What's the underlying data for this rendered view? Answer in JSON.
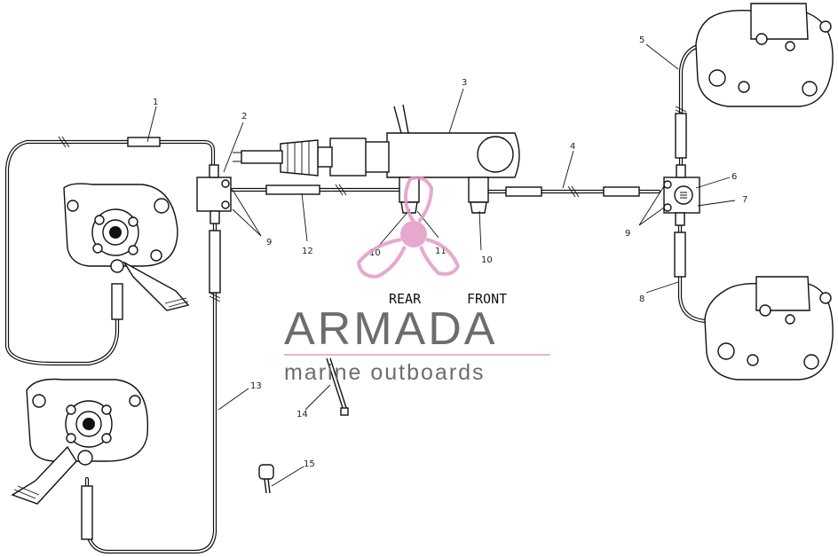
{
  "callouts": {
    "c1": "1",
    "c2": "2",
    "c3": "3",
    "c4": "4",
    "c5": "5",
    "c6": "6",
    "c7": "7",
    "c8": "8",
    "c9a": "9",
    "c9b": "9",
    "c10a": "10",
    "c10b": "10",
    "c11": "11",
    "c12": "12",
    "c13": "13",
    "c14": "14",
    "c15": "15"
  },
  "view_labels": {
    "rear": "REAR",
    "front": "FRONT"
  },
  "watermark": {
    "title": "ARMADA",
    "subtitle": "marine outboards",
    "colors": {
      "logo": "#e39ac6",
      "text": "#6d6d6d",
      "rule": "#e39ac6"
    }
  }
}
